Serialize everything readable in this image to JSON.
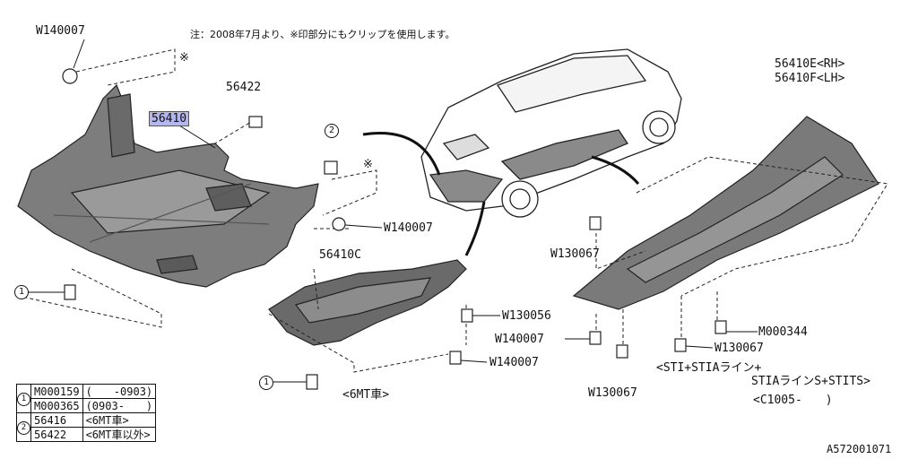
{
  "note": "注：2008年7月より、※印部分にもクリップを使用します。",
  "diagram_code": "A572001071",
  "labels": {
    "w140007_top": "W140007",
    "p56422": "56422",
    "p56410": "56410",
    "w140007_mid": "W140007",
    "p56410c": "56410C",
    "p56410e": "56410E<RH>",
    "p56410f": "56410F<LH>",
    "w130067_a": "W130067",
    "m000344": "M000344",
    "w130067_b": "W130067",
    "w130056": "W130056",
    "w140007_c": "W140007",
    "w140007_d": "W140007",
    "w130067_c": "W130067",
    "sti_line1": "<STI+STIAライン+",
    "sti_line2": "STIAラインS+STITS>",
    "sti_line3": "<C1005-　　)",
    "mt6": "<6MT車>",
    "ref_mark": "※",
    "circle1": "1",
    "circle2": "2"
  },
  "legend": {
    "rows": [
      {
        "group": "1",
        "part": "M000159",
        "range": "(　　-0903)"
      },
      {
        "group": "",
        "part": "M000365",
        "range": "(0903-　　)"
      },
      {
        "group": "2",
        "part": "56416",
        "range": "<6MT車>"
      },
      {
        "group": "",
        "part": "56422",
        "range": "<6MT車以外>"
      }
    ]
  }
}
